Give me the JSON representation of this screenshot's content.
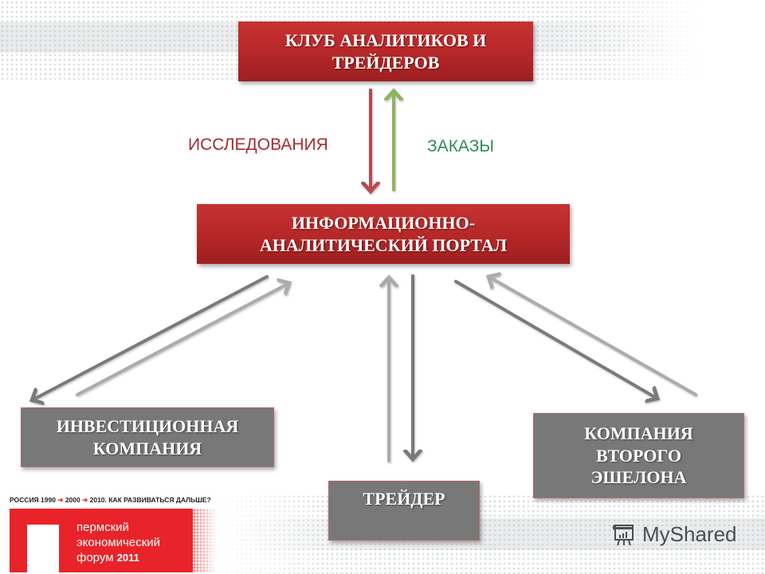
{
  "diagram": {
    "nodes": {
      "club": {
        "line1": "КЛУБ АНАЛИТИКОВ И",
        "line2": "ТРЕЙДЕРОВ"
      },
      "portal": {
        "line1": "ИНФОРМАЦИОННО-",
        "line2": "АНАЛИТИЧЕСКИЙ ПОРТАЛ"
      },
      "investment_company": {
        "line1": "ИНВЕСТИЦИОННАЯ",
        "line2": "КОМПАНИЯ"
      },
      "trader": {
        "line1": "ТРЕЙДЕР"
      },
      "second_tier_company": {
        "line1": "КОМПАНИЯ",
        "line2": "ВТОРОГО",
        "line3": "ЭШЕЛОНА"
      }
    },
    "edge_labels": {
      "research": "ИССЛЕДОВАНИЯ",
      "orders": "ЗАКАЗЫ"
    },
    "edges": [
      {
        "from": "club",
        "to": "portal",
        "label": "ИССЛЕДОВАНИЯ",
        "color": "#b84a4f"
      },
      {
        "from": "portal",
        "to": "club",
        "label": "ЗАКАЗЫ",
        "color": "#8fb45e"
      },
      {
        "from": "portal",
        "to": "investment_company",
        "color": "#7a7a7a"
      },
      {
        "from": "investment_company",
        "to": "portal",
        "color": "#ababab"
      },
      {
        "from": "trader",
        "to": "portal",
        "color": "#ababab"
      },
      {
        "from": "portal",
        "to": "trader",
        "color": "#7a7a7a"
      },
      {
        "from": "portal",
        "to": "second_tier_company",
        "color": "#7a7a7a"
      },
      {
        "from": "second_tier_company",
        "to": "portal",
        "color": "#ababab"
      }
    ]
  },
  "colors": {
    "red_box": "#b52728",
    "gray_box": "#787878",
    "research_text": "#a52b30",
    "orders_text": "#2e8b57"
  },
  "footer": {
    "forum": {
      "tagline_start": "РОССИЯ  1990",
      "tagline_y2": "2000",
      "tagline_y3": "2010. КАК РАЗВИВАТЬСЯ ДАЛЬШЕ?",
      "arrow": "➔",
      "name_line1": "пермский",
      "name_line2": "экономический",
      "name_line3": "форум",
      "year": "2011"
    },
    "watermark": {
      "text": "MyShared"
    }
  }
}
